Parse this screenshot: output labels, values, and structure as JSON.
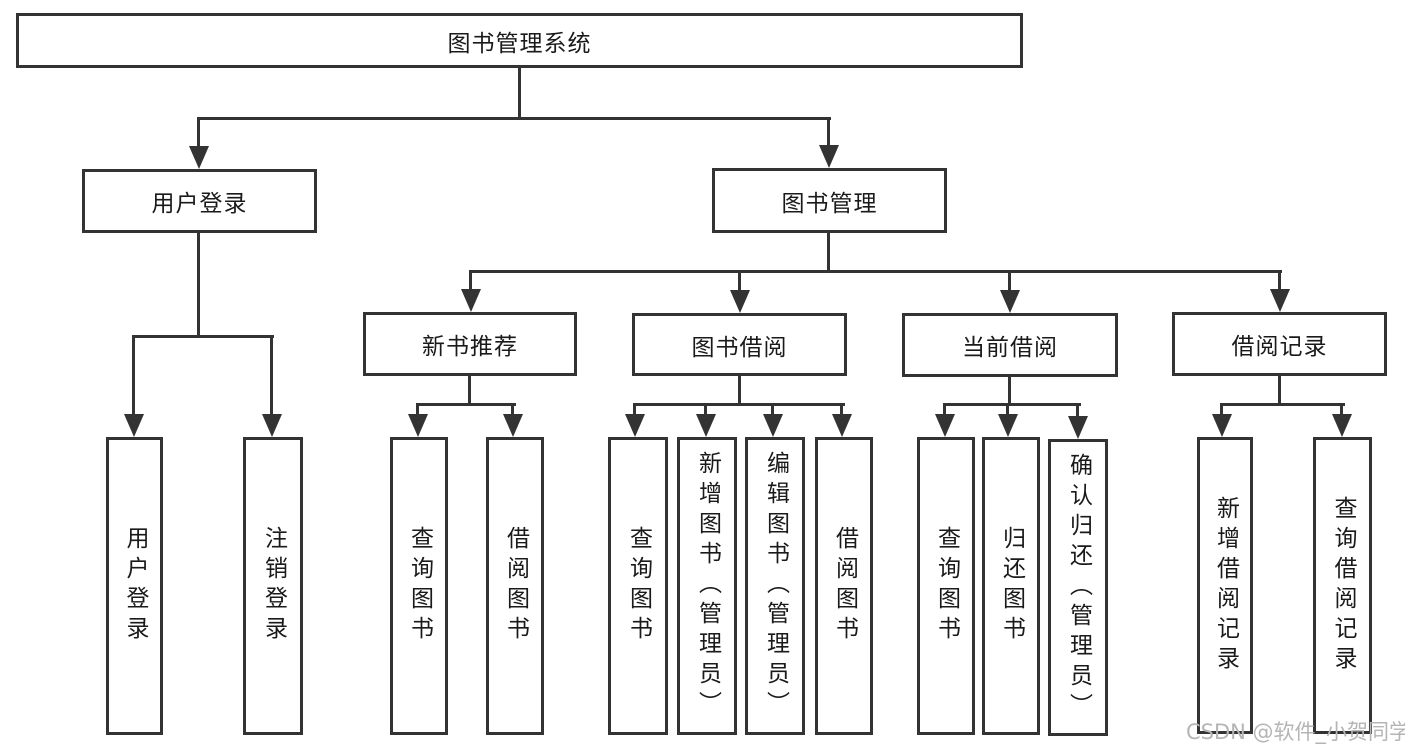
{
  "diagram": {
    "root": {
      "label": "图书管理系统"
    },
    "branches": {
      "user_login": {
        "label": "用户登录",
        "children": [
          "用户登录",
          "注销登录"
        ]
      },
      "book_management": {
        "label": "图书管理",
        "children": [
          {
            "label": "新书推荐",
            "children": [
              "查询图书",
              "借阅图书"
            ]
          },
          {
            "label": "图书借阅",
            "children": [
              "查询图书",
              "新增图书（管理员）",
              "编辑图书（管理员）",
              "借阅图书"
            ]
          },
          {
            "label": "当前借阅",
            "children": [
              "查询图书",
              "归还图书",
              "确认归还（管理员）"
            ]
          },
          {
            "label": "借阅记录",
            "children": [
              "新增借阅记录",
              "查询借阅记录"
            ]
          }
        ]
      }
    },
    "colors": {
      "line": "#333333",
      "text": "#1a1a1a",
      "background": "#ffffff",
      "watermark": "#b5b5b5"
    },
    "watermark": "CSDN @软件_小贺同学"
  }
}
